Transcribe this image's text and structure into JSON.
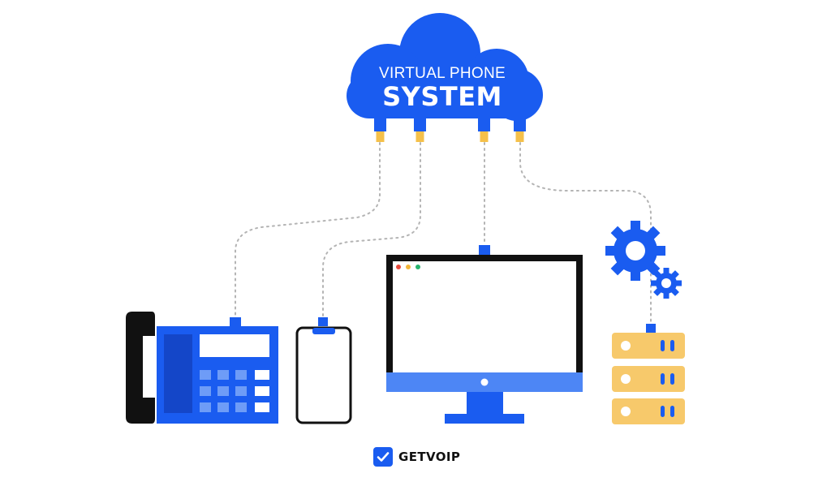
{
  "cloud": {
    "line1": "VIRTUAL PHONE",
    "line2": "SYSTEM"
  },
  "brand": {
    "name": "GETVOIP",
    "icon": "checkmark-icon"
  },
  "devices": [
    {
      "name": "desk-phone",
      "icon": "desk-phone-icon"
    },
    {
      "name": "smartphone",
      "icon": "smartphone-icon"
    },
    {
      "name": "desktop-monitor",
      "icon": "monitor-icon"
    },
    {
      "name": "server-rack",
      "icon": "server-icon"
    },
    {
      "name": "settings-gears",
      "icon": "gear-icon"
    }
  ],
  "colors": {
    "primary_blue": "#1a5cf0",
    "light_blue": "#4d86f5",
    "server_yellow": "#f7c96b",
    "plug_yellow": "#f5c04a",
    "dotted_line": "#b4b4b4",
    "handset_black": "#111111"
  }
}
